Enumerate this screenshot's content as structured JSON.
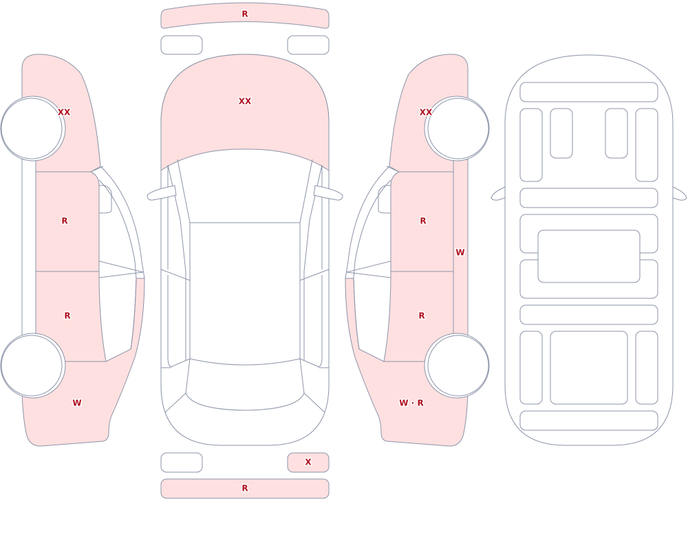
{
  "colors": {
    "stroke": "#8b93a8",
    "damaged_fill": "#ffe0e0",
    "label": "#b01020"
  },
  "marks": {
    "front_bumper": "R",
    "hood": "XX",
    "left_front_fender": "XX",
    "left_front_door": "R",
    "left_rear_door": "R",
    "left_quarter_panel": "W",
    "right_front_fender": "XX",
    "right_front_door": "R",
    "right_rear_door": "R",
    "right_sill": "W",
    "right_quarter_panel": "W · R",
    "rear_right_lamp": "X",
    "rear_bumper": "R"
  }
}
